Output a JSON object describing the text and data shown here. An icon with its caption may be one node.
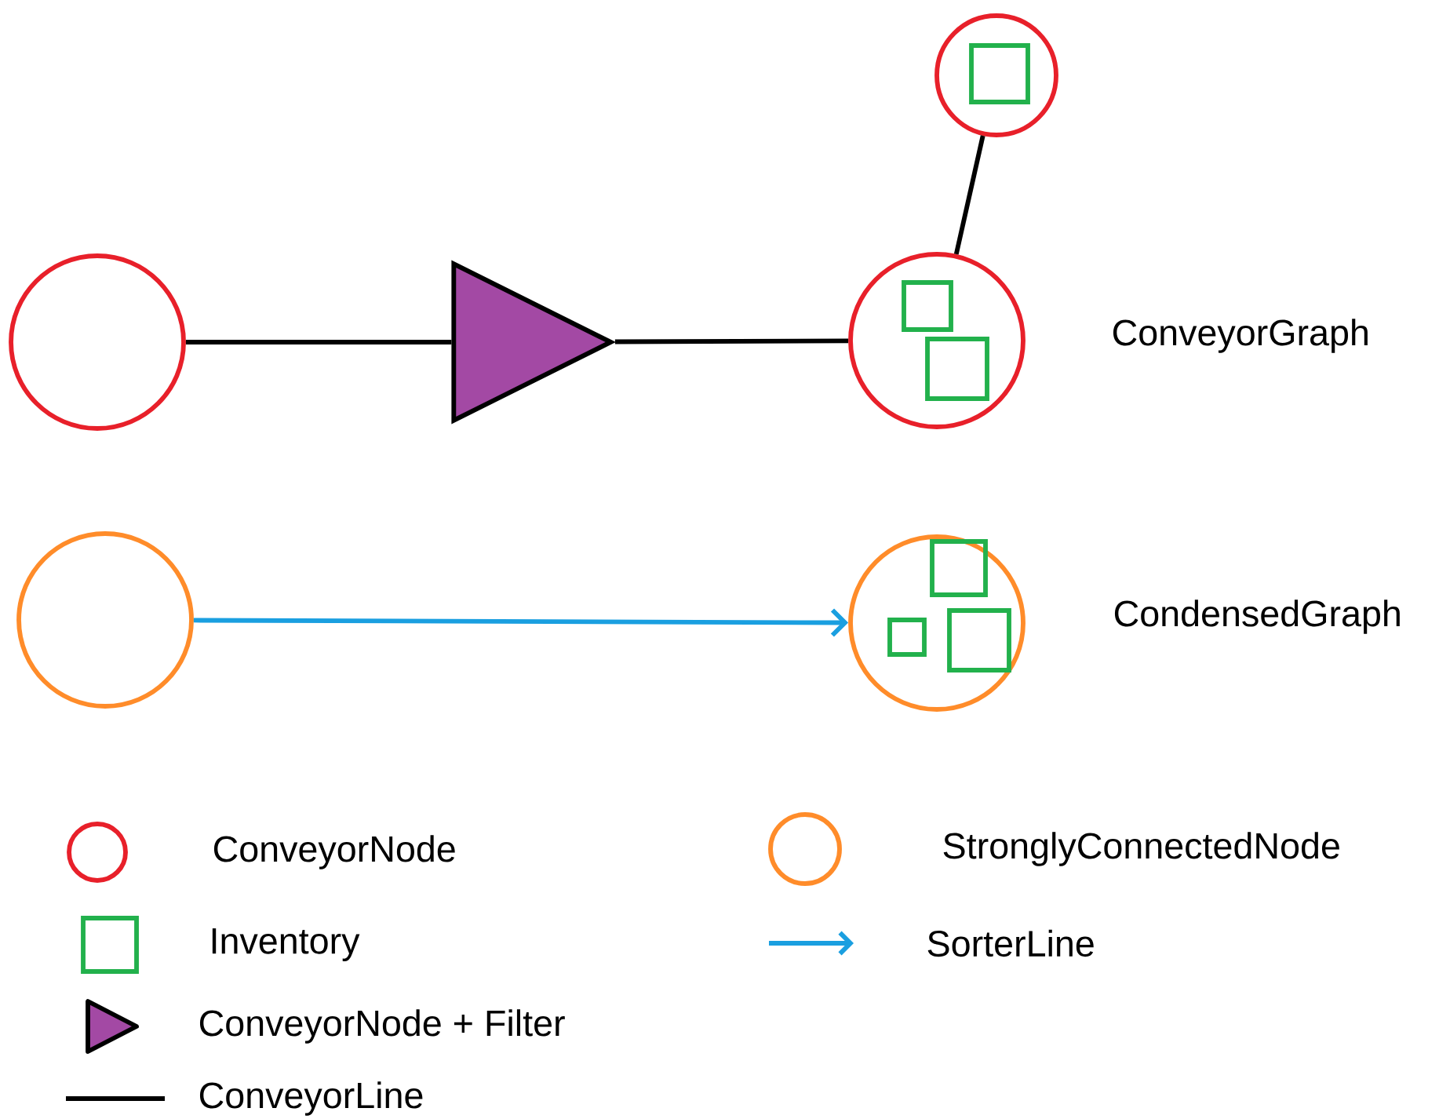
{
  "diagram": {
    "nodes": [
      {
        "text": [],
        "shape": "circle"
      },
      {
        "text": [],
        "shape": "triangle"
      },
      {
        "text": [],
        "shape": "circle"
      },
      {
        "text": [],
        "shape": "box",
        "in": 2
      },
      {
        "text": [],
        "shape": "box",
        "in": 2
      },
      {
        "text": [],
        "shape": "circle"
      },
      {
        "text": [],
        "shape": "box",
        "in": 5
      },
      {
        "text": [],
        "shape": "circle"
      },
      {
        "text": [],
        "shape": "circle"
      },
      {
        "text": [],
        "shape": "box",
        "in": 8
      },
      {
        "text": [],
        "shape": "box",
        "in": 8
      },
      {
        "text": [],
        "shape": "box",
        "in": 8
      }
    ],
    "edges": [
      {
        "from": 0,
        "to": 1,
        "arrow": "none"
      },
      {
        "from": 1,
        "to": 2,
        "arrow": "none"
      },
      {
        "from": 2,
        "to": 5,
        "arrow": "none"
      },
      {
        "from": 7,
        "to": 8,
        "arrow": "to",
        "color": "#1a9fe0"
      }
    ],
    "labels": [
      "ConveyorGraph",
      "CondensedGraph"
    ],
    "legend": [
      {
        "text": "ConveyorNode"
      },
      {
        "text": "StronglyConnectedNode"
      },
      {
        "text": "Inventory"
      },
      {
        "text": "SorterLine"
      },
      {
        "text": "ConveyorNode + Filter"
      },
      {
        "text": "ConveyorLine"
      }
    ]
  }
}
